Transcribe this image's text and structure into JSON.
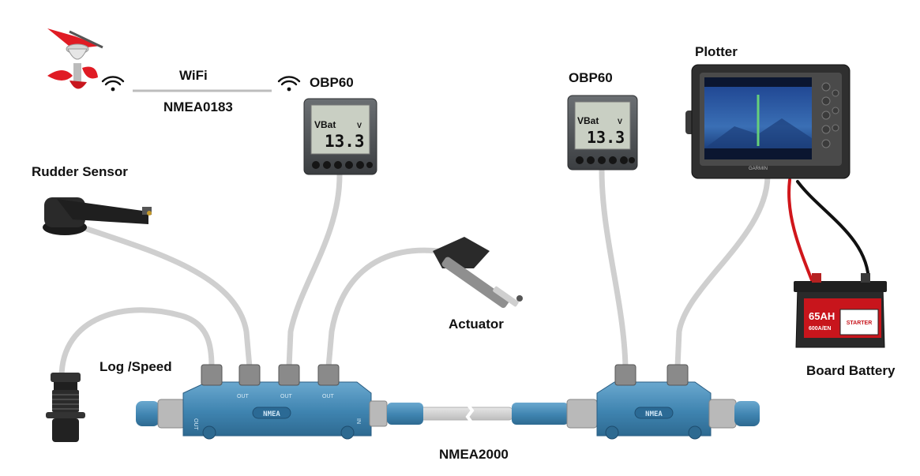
{
  "labels": {
    "wifi": "WiFi",
    "nmea0183": "NMEA0183",
    "obp60_left": "OBP60",
    "obp60_right": "OBP60",
    "plotter": "Plotter",
    "rudder_sensor": "Rudder Sensor",
    "actuator": "Actuator",
    "log_speed": "Log /Speed",
    "board_battery": "Board Battery",
    "nmea2000": "NMEA2000"
  },
  "display": {
    "vbat_label": "VBat",
    "value": "13.3",
    "unit": "V"
  },
  "battery": {
    "capacity": "65AH",
    "rating": "600A/EN",
    "type": "STARTER"
  },
  "plotter_brand": "GARMIN",
  "backbone": {
    "port_out": "OUT",
    "port_in": "IN",
    "block_logo": "NMEA"
  },
  "colors": {
    "cable": "#cfcfcf",
    "backbone_blue": "#4d8fb8",
    "lcd": "#c9cfc3",
    "wind_red": "#e01b24",
    "wire_red": "#d0161b",
    "wire_black": "#111111"
  },
  "icons": {
    "wind_sensor": "wind-vane-icon",
    "wifi": "wifi-icon"
  }
}
